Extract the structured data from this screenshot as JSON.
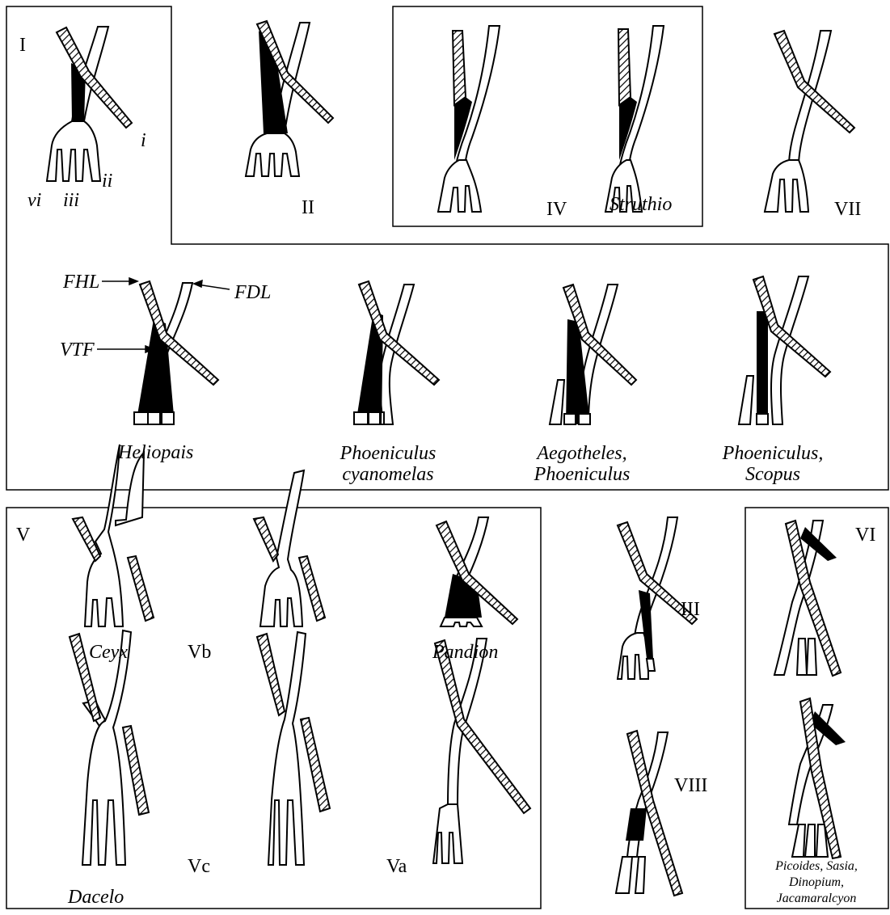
{
  "roman_labels": {
    "I": "I",
    "II": "II",
    "III": "III",
    "IV": "IV",
    "V": "V",
    "VI": "VI",
    "VII": "VII",
    "VIII": "VIII",
    "Va": "Va",
    "Vb": "Vb",
    "Vc": "Vc"
  },
  "digit_labels": {
    "i": "i",
    "ii": "ii",
    "iii": "iii",
    "vi": "vi"
  },
  "tendon_labels": {
    "FHL": "FHL",
    "FDL": "FDL",
    "VTF": "VTF"
  },
  "taxa": {
    "struthio": "Struthio",
    "heliopais": "Heliopais",
    "phoeniculus_cyanomelas": [
      "Phoeniculus",
      "cyanomelas"
    ],
    "aegotheles_phoeniculus": [
      "Aegotheles,",
      "Phoeniculus"
    ],
    "phoeniculus_scopus": [
      "Phoeniculus,",
      "Scopus"
    ],
    "ceyx": "Ceyx",
    "pandion": "Pandion",
    "dacelo": "Dacelo",
    "picoides_group": [
      "Picoides, Sasia,",
      "Dinopium,",
      "Jacamaralcyon"
    ]
  }
}
